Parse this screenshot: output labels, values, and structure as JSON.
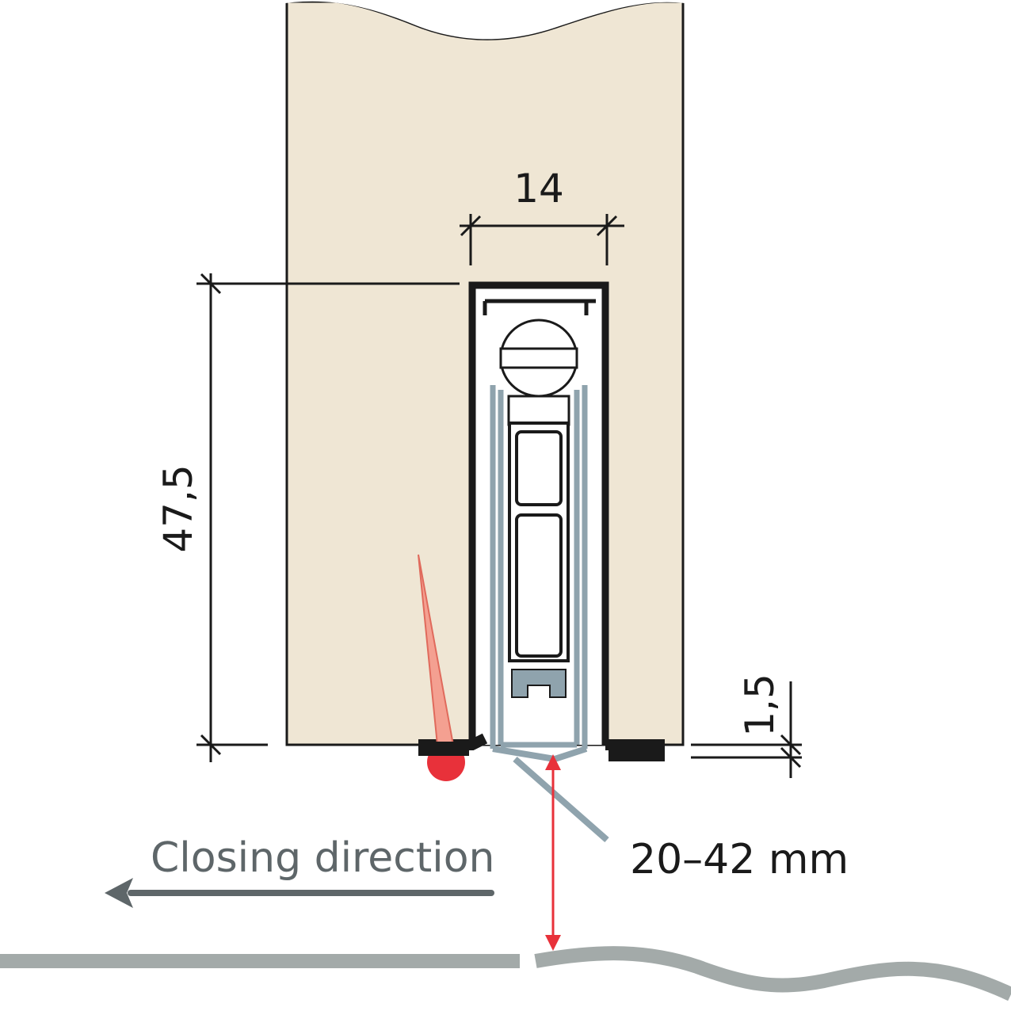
{
  "dimensions": {
    "width_label": "14",
    "height_label": "47,5",
    "offset_label": "1,5",
    "range_label": "20–42 mm"
  },
  "direction": {
    "label": "Closing direction"
  },
  "colors": {
    "door": "#efe6d4",
    "profile": "#1a1a1a",
    "seal": "#8fa3ad",
    "floor": "#a3aaa9",
    "arrow": "#5e6669",
    "accent_red": "#e8313a",
    "pin": "#f4a091",
    "dimension_line": "#1a1a1a"
  }
}
